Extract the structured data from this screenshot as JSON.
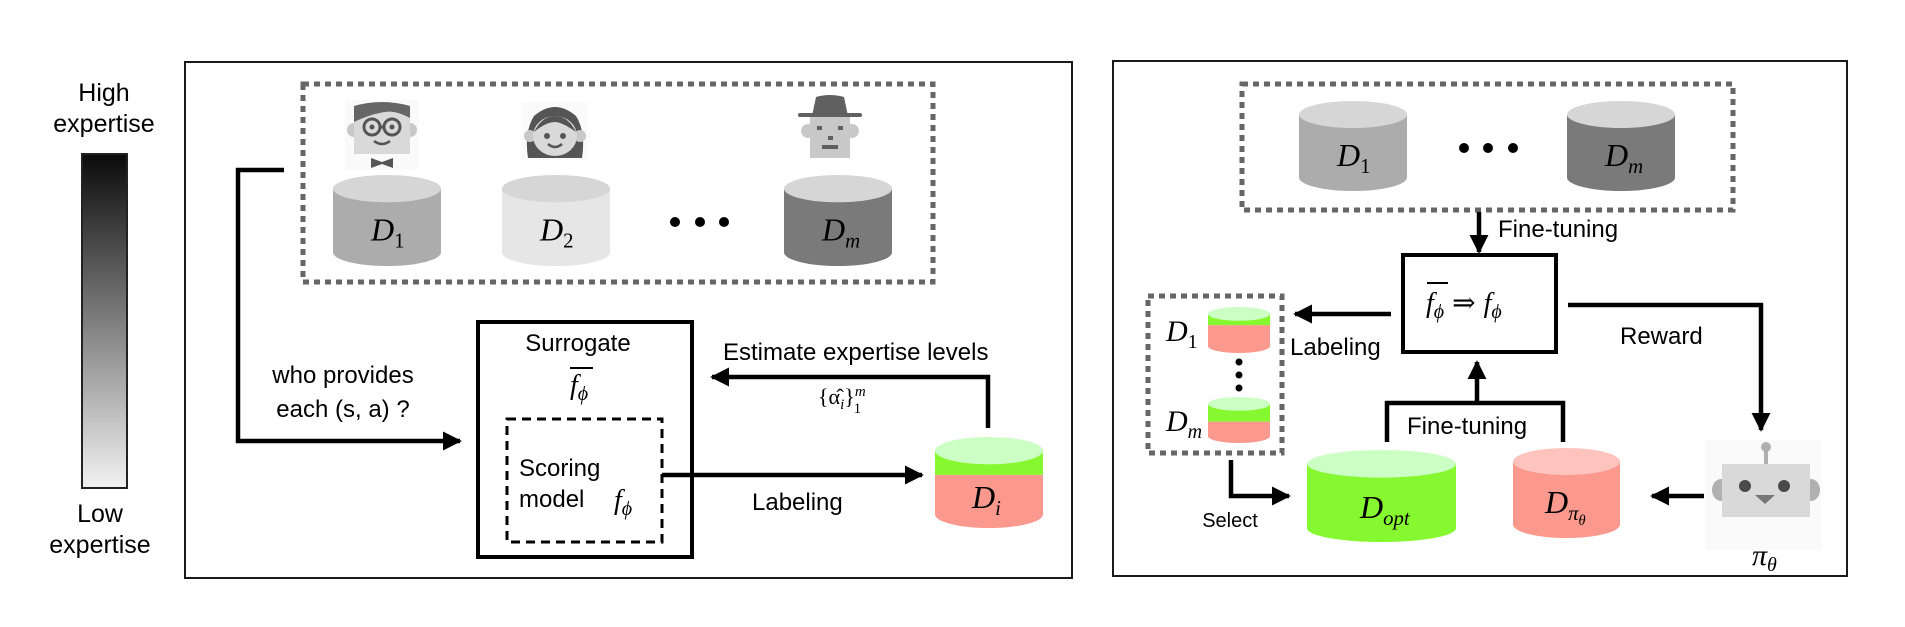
{
  "figure": {
    "legend": {
      "high_line1": "High",
      "high_line2": "expertise",
      "low_line1": "Low",
      "low_line2": "expertise",
      "gradient_top_color": "#0a0a0a",
      "gradient_bottom_color": "#f2f2f2"
    },
    "left_panel": {
      "annotators": [
        {
          "icon": "man-with-glasses-icon",
          "dataset": "D",
          "sub": "1",
          "color": "#acacac"
        },
        {
          "icon": "woman-icon",
          "dataset": "D",
          "sub": "2",
          "color": "#e6e6e6"
        },
        {
          "icon": "man-with-hat-icon",
          "dataset": "D",
          "sub": "m",
          "color": "#7a7a7a"
        }
      ],
      "ellipsis": "• • •",
      "question_line1": "who provides",
      "question_line2": "each (s, a) ?",
      "surrogate_label": "Surrogate",
      "surrogate_symbol": "f",
      "surrogate_sub": "ϕ",
      "scoring_line1": "Scoring",
      "scoring_line2": "model",
      "scoring_symbol": "f",
      "scoring_sub": "ϕ",
      "estimate_label": "Estimate expertise levels",
      "alpha_label": "{α̂",
      "alpha_sub": "i",
      "alpha_close": "}",
      "alpha_sup": "m",
      "alpha_lower": "1",
      "labeling_label": "Labeling",
      "di_label": "D",
      "di_sub": "i"
    },
    "right_panel": {
      "datasets": [
        {
          "dataset": "D",
          "sub": "1",
          "color": "#acacac"
        },
        {
          "dataset": "D",
          "sub": "m",
          "color": "#7a7a7a"
        }
      ],
      "ellipsis": "• • •",
      "finetune_top_label": "Fine-tuning",
      "model_box": {
        "lhs": "f",
        "lhs_sub": "ϕ",
        "arrow": "⇒",
        "rhs": "f",
        "rhs_sub": "ϕ"
      },
      "labeling_label": "Labeling",
      "labeled_sets": [
        {
          "dataset": "D",
          "sub": "1"
        },
        {
          "dataset": "D",
          "sub": "m"
        }
      ],
      "select_label": "Select",
      "dopt_label": "D",
      "dopt_sub": "opt",
      "dpi_label": "D",
      "dpi_sub": "π",
      "dpi_subsub": "θ",
      "finetune_bottom_label": "Fine-tuning",
      "reward_label": "Reward",
      "policy_label": "π",
      "policy_sub": "θ"
    },
    "colors": {
      "green": "#86f82f",
      "green_top": "#ccffc4",
      "salmon": "#fc998f",
      "salmon_top": "#fdc3bc",
      "cyl_top": "#d6d6d6",
      "dotted_border": "#666666"
    }
  }
}
